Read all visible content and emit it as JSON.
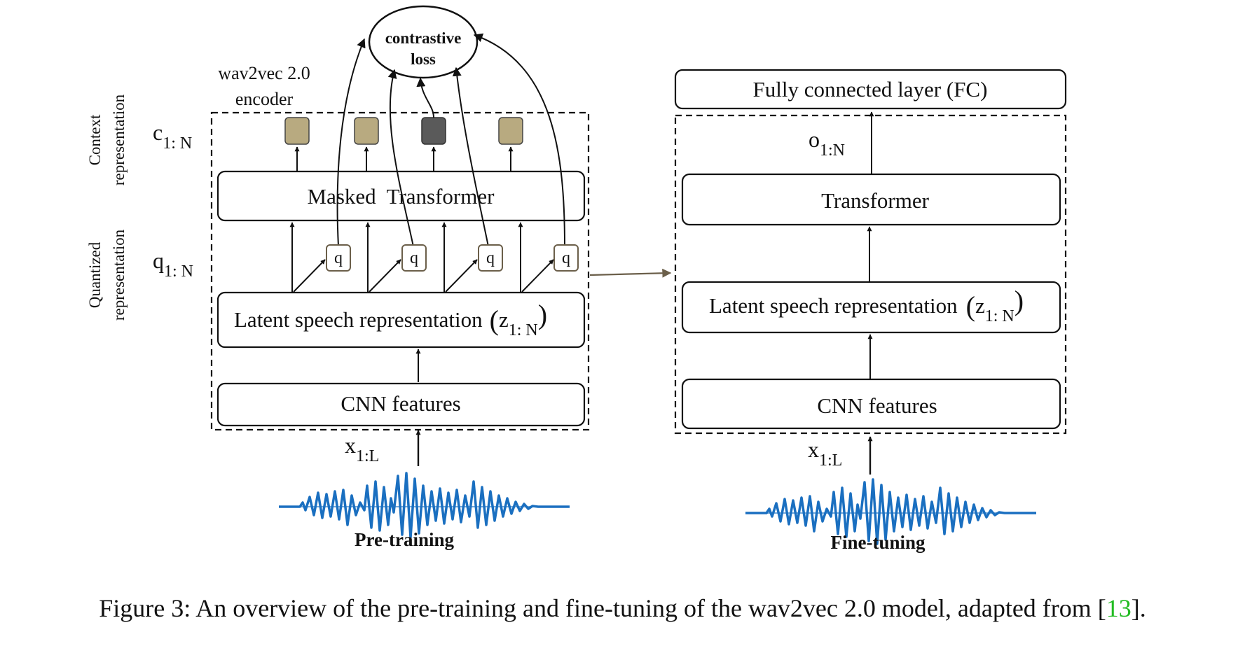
{
  "pretraining": {
    "loss_line1": "contrastive",
    "loss_line2": "loss",
    "encoder_line1": "wav2vec 2.0",
    "encoder_line2": "encoder",
    "context_line1": "Context",
    "context_line2": "representation",
    "quantized_line1": "Quantized",
    "quantized_line2": "representation",
    "c_symbol": "c",
    "c_sub": "1: N",
    "q_symbol": "q",
    "q_sub": "1: N",
    "transformer_label": "Masked  Transformer",
    "q_box_label": "q",
    "latent_label": "Latent speech representation",
    "z_symbol": "z",
    "z_sub": "1: N",
    "cnn_label": "CNN features",
    "x_symbol": "x",
    "x_sub": "1:L",
    "caption_label": "Pre-training"
  },
  "finetuning": {
    "fc_label": "Fully connected layer (FC)",
    "o_symbol": "o",
    "o_sub": "1:N",
    "transformer_label": "Transformer",
    "latent_label": "Latent speech representation",
    "z_symbol": "z",
    "z_sub": "1: N",
    "cnn_label": "CNN features",
    "x_symbol": "x",
    "x_sub": "1:L",
    "caption_label": "Fine-tuning"
  },
  "caption": {
    "prefix": "Figure 3: An overview of the pre-training and fine-tuning of the wav2vec 2.0 model, adapted from [",
    "ref": "13",
    "suffix": "]."
  },
  "colors": {
    "context_token": "#b8aa80",
    "masked_token": "#5a5a5a",
    "waveform": "#1a6fc0",
    "citation": "#22bb22",
    "connector": "#6b5f4a"
  }
}
